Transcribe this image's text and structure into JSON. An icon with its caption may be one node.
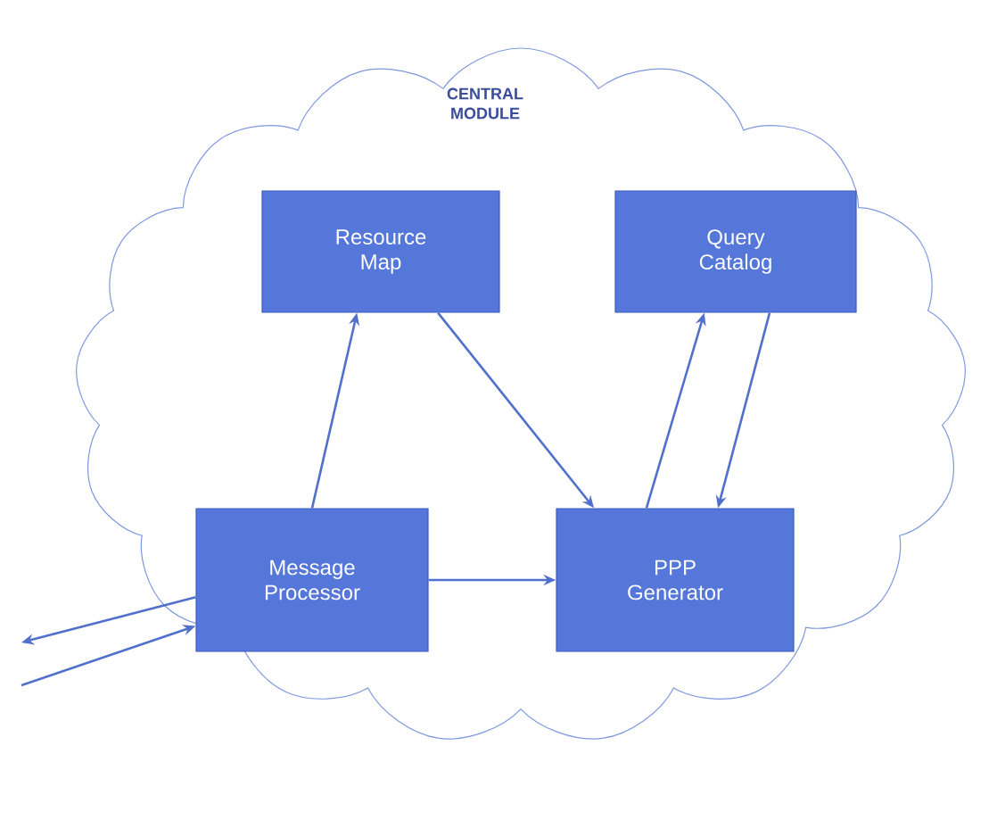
{
  "diagram": {
    "nodes": [
      {
        "text": [
          "CENTRAL MODULE"
        ]
      },
      {
        "text": [
          "Resource Map"
        ],
        "in": 0
      },
      {
        "text": [
          "Query Catalog"
        ],
        "in": 0
      },
      {
        "text": [
          "Message Processor"
        ],
        "in": 0
      },
      {
        "text": [
          "PPP Generator"
        ],
        "in": 0
      }
    ],
    "edges": [
      {
        "from": 3,
        "to": 1,
        "arrow": "to"
      },
      {
        "from": 1,
        "to": 4,
        "arrow": "to"
      },
      {
        "from": 4,
        "to": 2,
        "arrow": "to"
      },
      {
        "from": 2,
        "to": 4,
        "arrow": "to"
      },
      {
        "from": 3,
        "to": 4,
        "arrow": "to"
      },
      {
        "from": 3,
        "to": null,
        "arrow": "to"
      },
      {
        "from": null,
        "to": 3,
        "arrow": "to"
      }
    ]
  }
}
